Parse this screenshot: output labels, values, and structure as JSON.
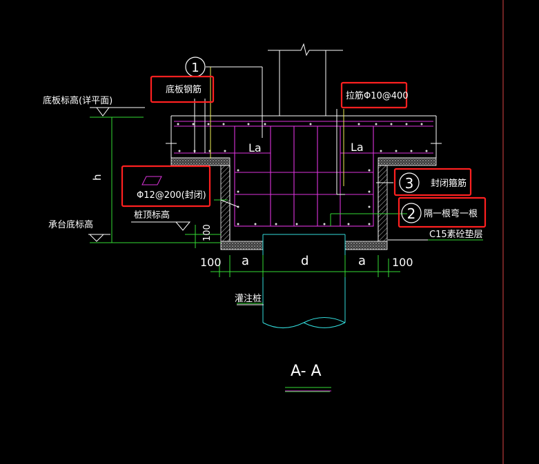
{
  "colors": {
    "background": "#000000",
    "white": "#ffffff",
    "green": "#33dd33",
    "magenta": "#dd33dd",
    "cyan": "#33dddd",
    "yellow": "#eeee55",
    "red_box": "#ff2020",
    "right_border": "#dd4444",
    "hatch_gray": "#9a9a9a"
  },
  "labels": {
    "bottom_slab_elev": "底板标高(详平面)",
    "cap_bottom_elev": "承台底标高",
    "pile_top_elev": "桩顶标高",
    "bottom_rebar": "底板钢筋",
    "tie_bar": "拉筋Φ10@400",
    "rebar_spec": "Φ12@200(封闭)",
    "closed_stirrup": "封闭箍筋",
    "bend_every_other": "隔一根弯一根",
    "c15_cushion": "C15素砼垫层",
    "bored_pile": "灌注桩",
    "height": "h",
    "la_left": "La",
    "la_right": "La",
    "dim_100_left": "100",
    "dim_a_left": "a",
    "dim_d": "d",
    "dim_a_right": "a",
    "dim_100_right": "100",
    "dim_100_vertical": "100",
    "callout_1": "1",
    "callout_2": "2",
    "callout_3": "3",
    "section_title": "A- A"
  }
}
